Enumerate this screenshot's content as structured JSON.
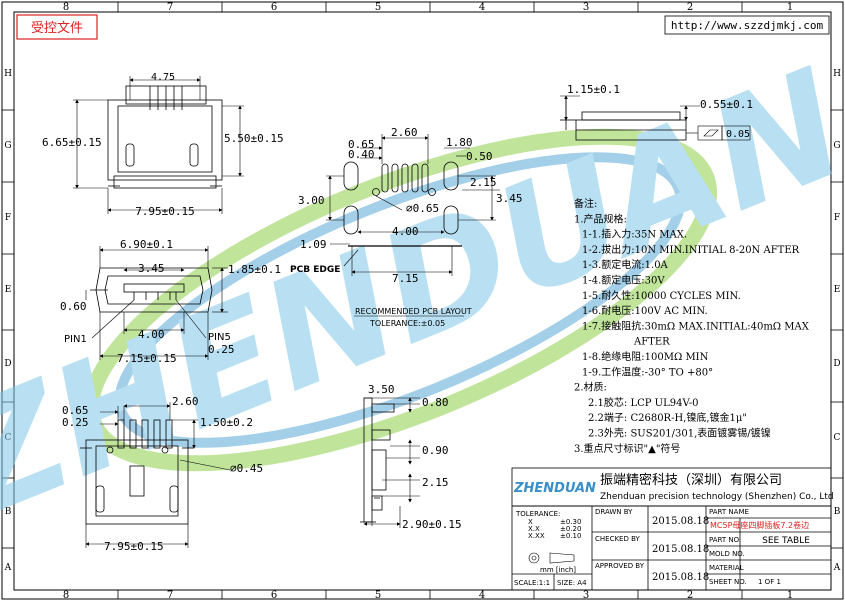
{
  "stamp": "受控文件",
  "url": "http://www.szzdjmkj.com",
  "border": {
    "cols_top": [
      "8",
      "7",
      "6",
      "5",
      "4",
      "3",
      "2",
      "1"
    ],
    "cols_bottom": [
      "8",
      "7",
      "6",
      "5",
      "4",
      "3",
      "2",
      "1"
    ],
    "rows": [
      "H",
      "G",
      "F",
      "E",
      "D",
      "C",
      "B",
      "A"
    ]
  },
  "watermark": "ZHENDUAN",
  "dims": {
    "top_w": "4.75",
    "top_h_left": "6.65±0.15",
    "top_h_right": "5.50±0.15",
    "top_width": "7.95±0.15",
    "front_w1": "6.90±0.1",
    "front_w2": "3.45",
    "front_h": "1.85±0.1",
    "front_slot": "0.60",
    "front_pin": "4.00",
    "front_total": "7.15±0.15",
    "pin1": "PIN1",
    "pin5": "PIN5",
    "pin_w": "0.25",
    "bot_p1": "0.65",
    "bot_p2": "0.25",
    "bot_p3": "2.60",
    "bot_h": "1.50±0.2",
    "bot_dia": "⌀0.45",
    "bot_w": "7.95±0.15",
    "pcb_260": "2.60",
    "pcb_065": "0.65",
    "pcb_040": "0.40",
    "pcb_180": "1.80",
    "pcb_050": "0.50",
    "pcb_300": "3.00",
    "pcb_215": "2.15",
    "pcb_345": "3.45",
    "pcb_dia": "⌀0.65",
    "pcb_400": "4.00",
    "pcb_109": "1.09",
    "pcb_edge": "PCB EDGE",
    "pcb_715": "7.15",
    "pcb_title": "RECOMMENDED PCB LAYOUT",
    "pcb_tol": "TOLERANCE:±0.05",
    "side_350": "3.50",
    "side_080": "0.80",
    "side_090": "0.90",
    "side_215": "2.15",
    "side_290": "2.90±0.15",
    "tr_115": "1.15±0.1",
    "tr_055": "0.55±0.1",
    "tr_flat": "0.05"
  },
  "notes": [
    "备注:",
    "1.产品规格:",
    "1-1.插入力:35N MAX.",
    "1-2.拔出力:10N MIN.INITIAL 8-20N AFTER",
    "1-3.额定电流:1.0A",
    "1-4.额定电压:30V",
    "1-5.耐久性:10000 CYCLES MIN.",
    "1-6.耐电压:100V AC MIN.",
    "1-7.接触阻抗:30mΩ MAX.INITIAL:40mΩ MAX",
    "AFTER",
    "1-8.绝缘电阻:100MΩ MIN",
    "1-9.工作温度:-30° TO +80°",
    "2.材质:",
    "2.1胶芯: LCP UL94V-0",
    "2.2端子: C2680R-H,镍底,镀金1μ\"",
    "2.3外壳: SUS201/301,表面镀雾锡/镀镍",
    "3.重点尺寸标识\"▲\"符号"
  ],
  "title_block": {
    "logo": "ZHENDUAN",
    "company_cn": "振端精密科技（深圳）有限公司",
    "company_en": "Zhenduan precision technology (Shenzhen) Co., Ltd",
    "tolerance_label": "TOLERANCE:",
    "tol_x": "X",
    "tol_xx": "X.X",
    "tol_xxx": "X.XX",
    "tol_x_val": "±0.30",
    "tol_xx_val": "±0.20",
    "tol_xxx_val": "±0.10",
    "units": "mm [inch]",
    "scale": "SCALE:1:1",
    "size": "SIZE: A4",
    "drawn_by": "DRAWN BY",
    "checked_by": "CHECKED BY",
    "approved_by": "APPROVED BY",
    "date1": "2015.08.18",
    "date2": "2015.08.18",
    "date3": "2015.08.18",
    "part_name": "PART NAME",
    "part_value": "MC5P母座四脚插板7.2卷边",
    "part_no": "PART NO.",
    "part_no_value": "SEE TABLE",
    "mold_no": "MOLD NO.",
    "material": "MATERIAL",
    "sheet_no": "SHEET NO.",
    "sheet_value": "1 OF 1"
  }
}
